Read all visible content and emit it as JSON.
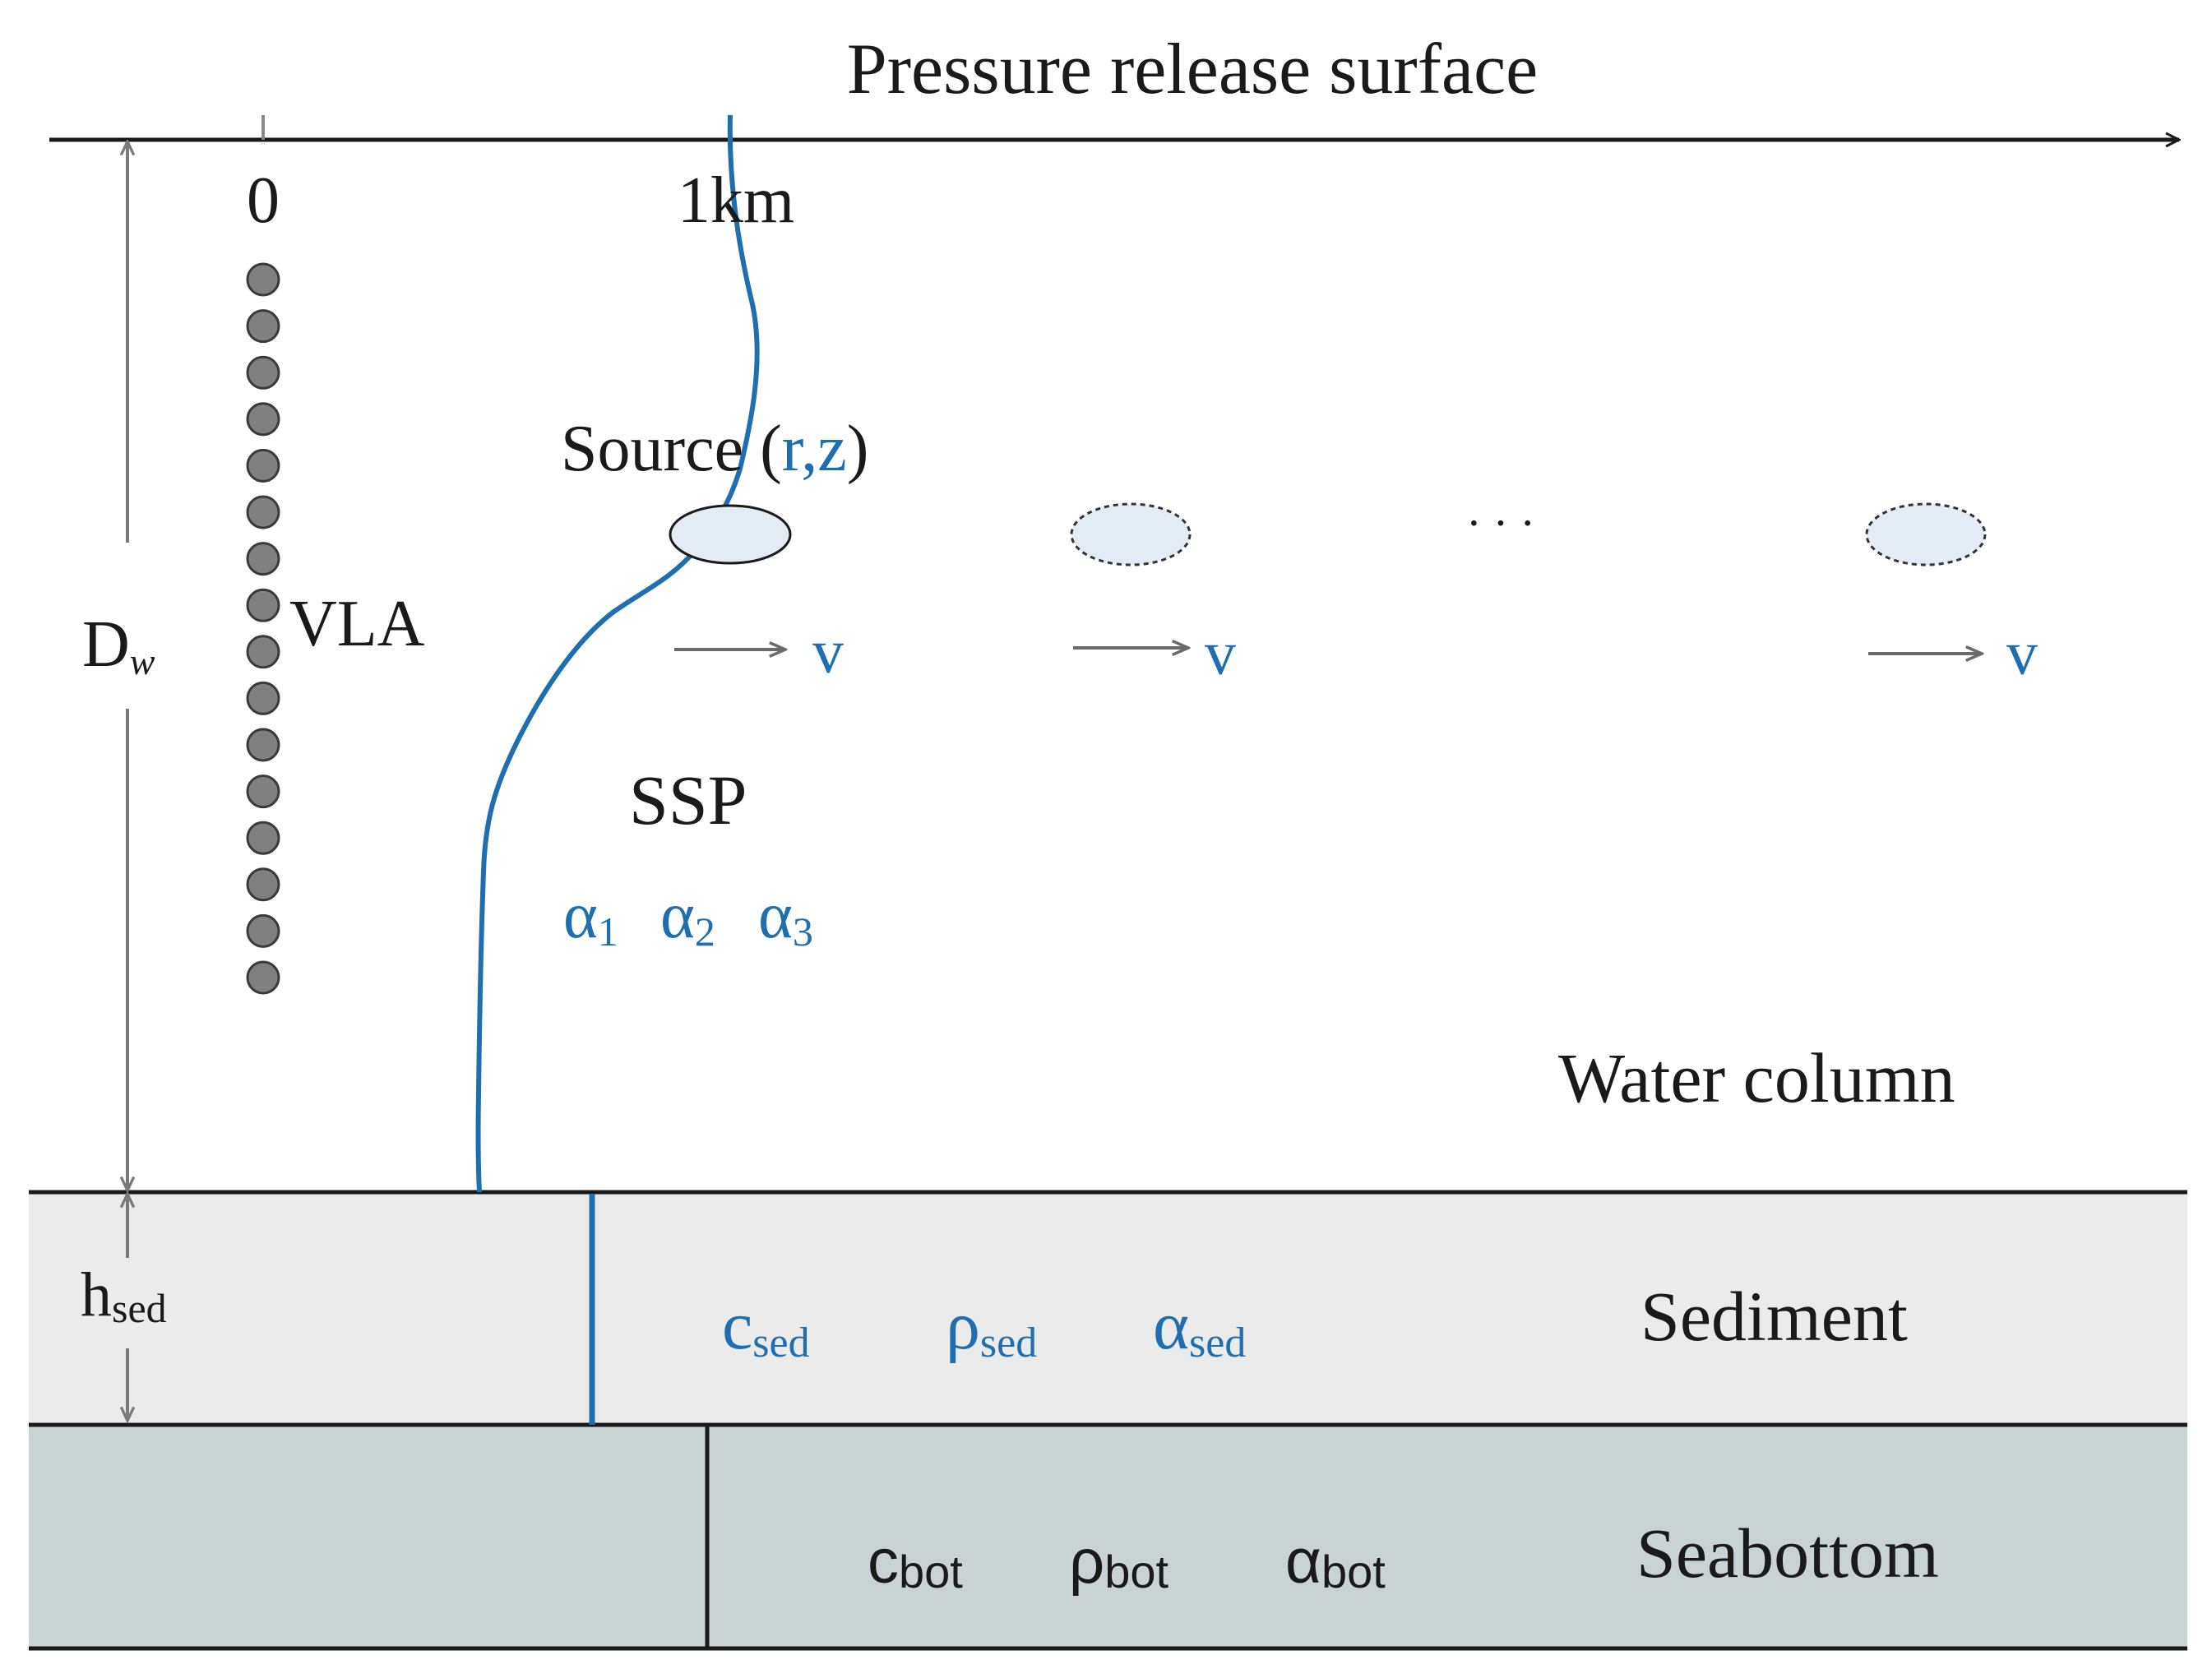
{
  "labels": {
    "surface": "Pressure release surface",
    "range_zero": "0",
    "range_1km": "1km",
    "vla": "VLA",
    "depth_symbol": "D",
    "depth_sub": "w",
    "source_prefix": "Source (",
    "source_coords": "r,z",
    "source_suffix": ")",
    "ellipsis": "· · ·",
    "velocity": "v",
    "ssp": "SSP",
    "water_column": "Water column",
    "sediment_layer": "Sediment",
    "seabottom_layer": "Seabottom"
  },
  "ssp_params": [
    {
      "symbol": "α",
      "sub": "1"
    },
    {
      "symbol": "α",
      "sub": "2"
    },
    {
      "symbol": "α",
      "sub": "3"
    }
  ],
  "sediment_thickness": {
    "symbol": "h",
    "sub": "sed"
  },
  "sediment_params": [
    {
      "symbol": "c",
      "sub": "sed"
    },
    {
      "symbol": "ρ",
      "sub": "sed"
    },
    {
      "symbol": "α",
      "sub": "sed"
    }
  ],
  "bottom_params": [
    {
      "symbol": "c",
      "sub": "bot"
    },
    {
      "symbol": "ρ",
      "sub": "bot"
    },
    {
      "symbol": "α",
      "sub": "bot"
    }
  ],
  "colors": {
    "ink": "#1a1a1a",
    "param_blue": "#1f6fb0",
    "sediment_fill": "#ebebeb",
    "seabottom_fill": "#cad3d3",
    "source_fill": "#e3ebf5",
    "hydrophone_fill": "#808080",
    "dimension_gray": "#7a7a7a"
  }
}
